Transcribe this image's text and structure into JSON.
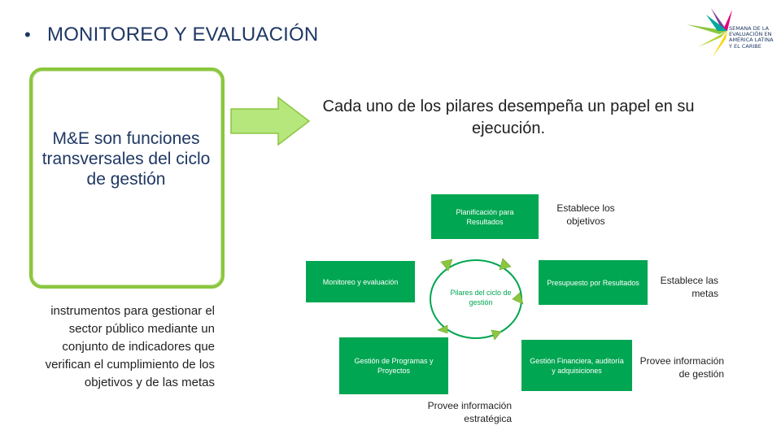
{
  "header": {
    "bullet": "•",
    "title": "MONITOREO Y EVALUACIÓN"
  },
  "logo": {
    "text_lines": [
      "SEMANA DE LA",
      "EVALUACIÓN EN",
      "AMÉRICA LATINA",
      "Y EL CARIBE"
    ]
  },
  "left_panel": {
    "highlight_text": "M&E son funciones transversales del ciclo de gestión",
    "description": "instrumentos para gestionar el sector público mediante un conjunto de indicadores que verifican el cumplimiento de los objetivos y de las metas"
  },
  "headline": "Cada uno de los pilares desempeña un papel en su ejecución.",
  "diagram": {
    "center_label": "Pilares del ciclo de gestión",
    "pillars": [
      {
        "label": "Planificación para Resultados"
      },
      {
        "label": "Monitoreo y evaluación"
      },
      {
        "label": "Presupuesto por Resultados"
      },
      {
        "label": "Gestión de Programas y Proyectos"
      },
      {
        "label": "Gestión Financiera, auditoría y adquisiciones"
      }
    ],
    "notes": [
      {
        "text": "Establece los objetivos"
      },
      {
        "text": "Establece las metas"
      },
      {
        "text": "Provee información de gestión"
      },
      {
        "text": "Provee información estratégica"
      }
    ]
  },
  "colors": {
    "title": "#1f3864",
    "frame_green": "#8cc63f",
    "pillar_green": "#00a651",
    "arrow_fill": "#b5e77d"
  }
}
